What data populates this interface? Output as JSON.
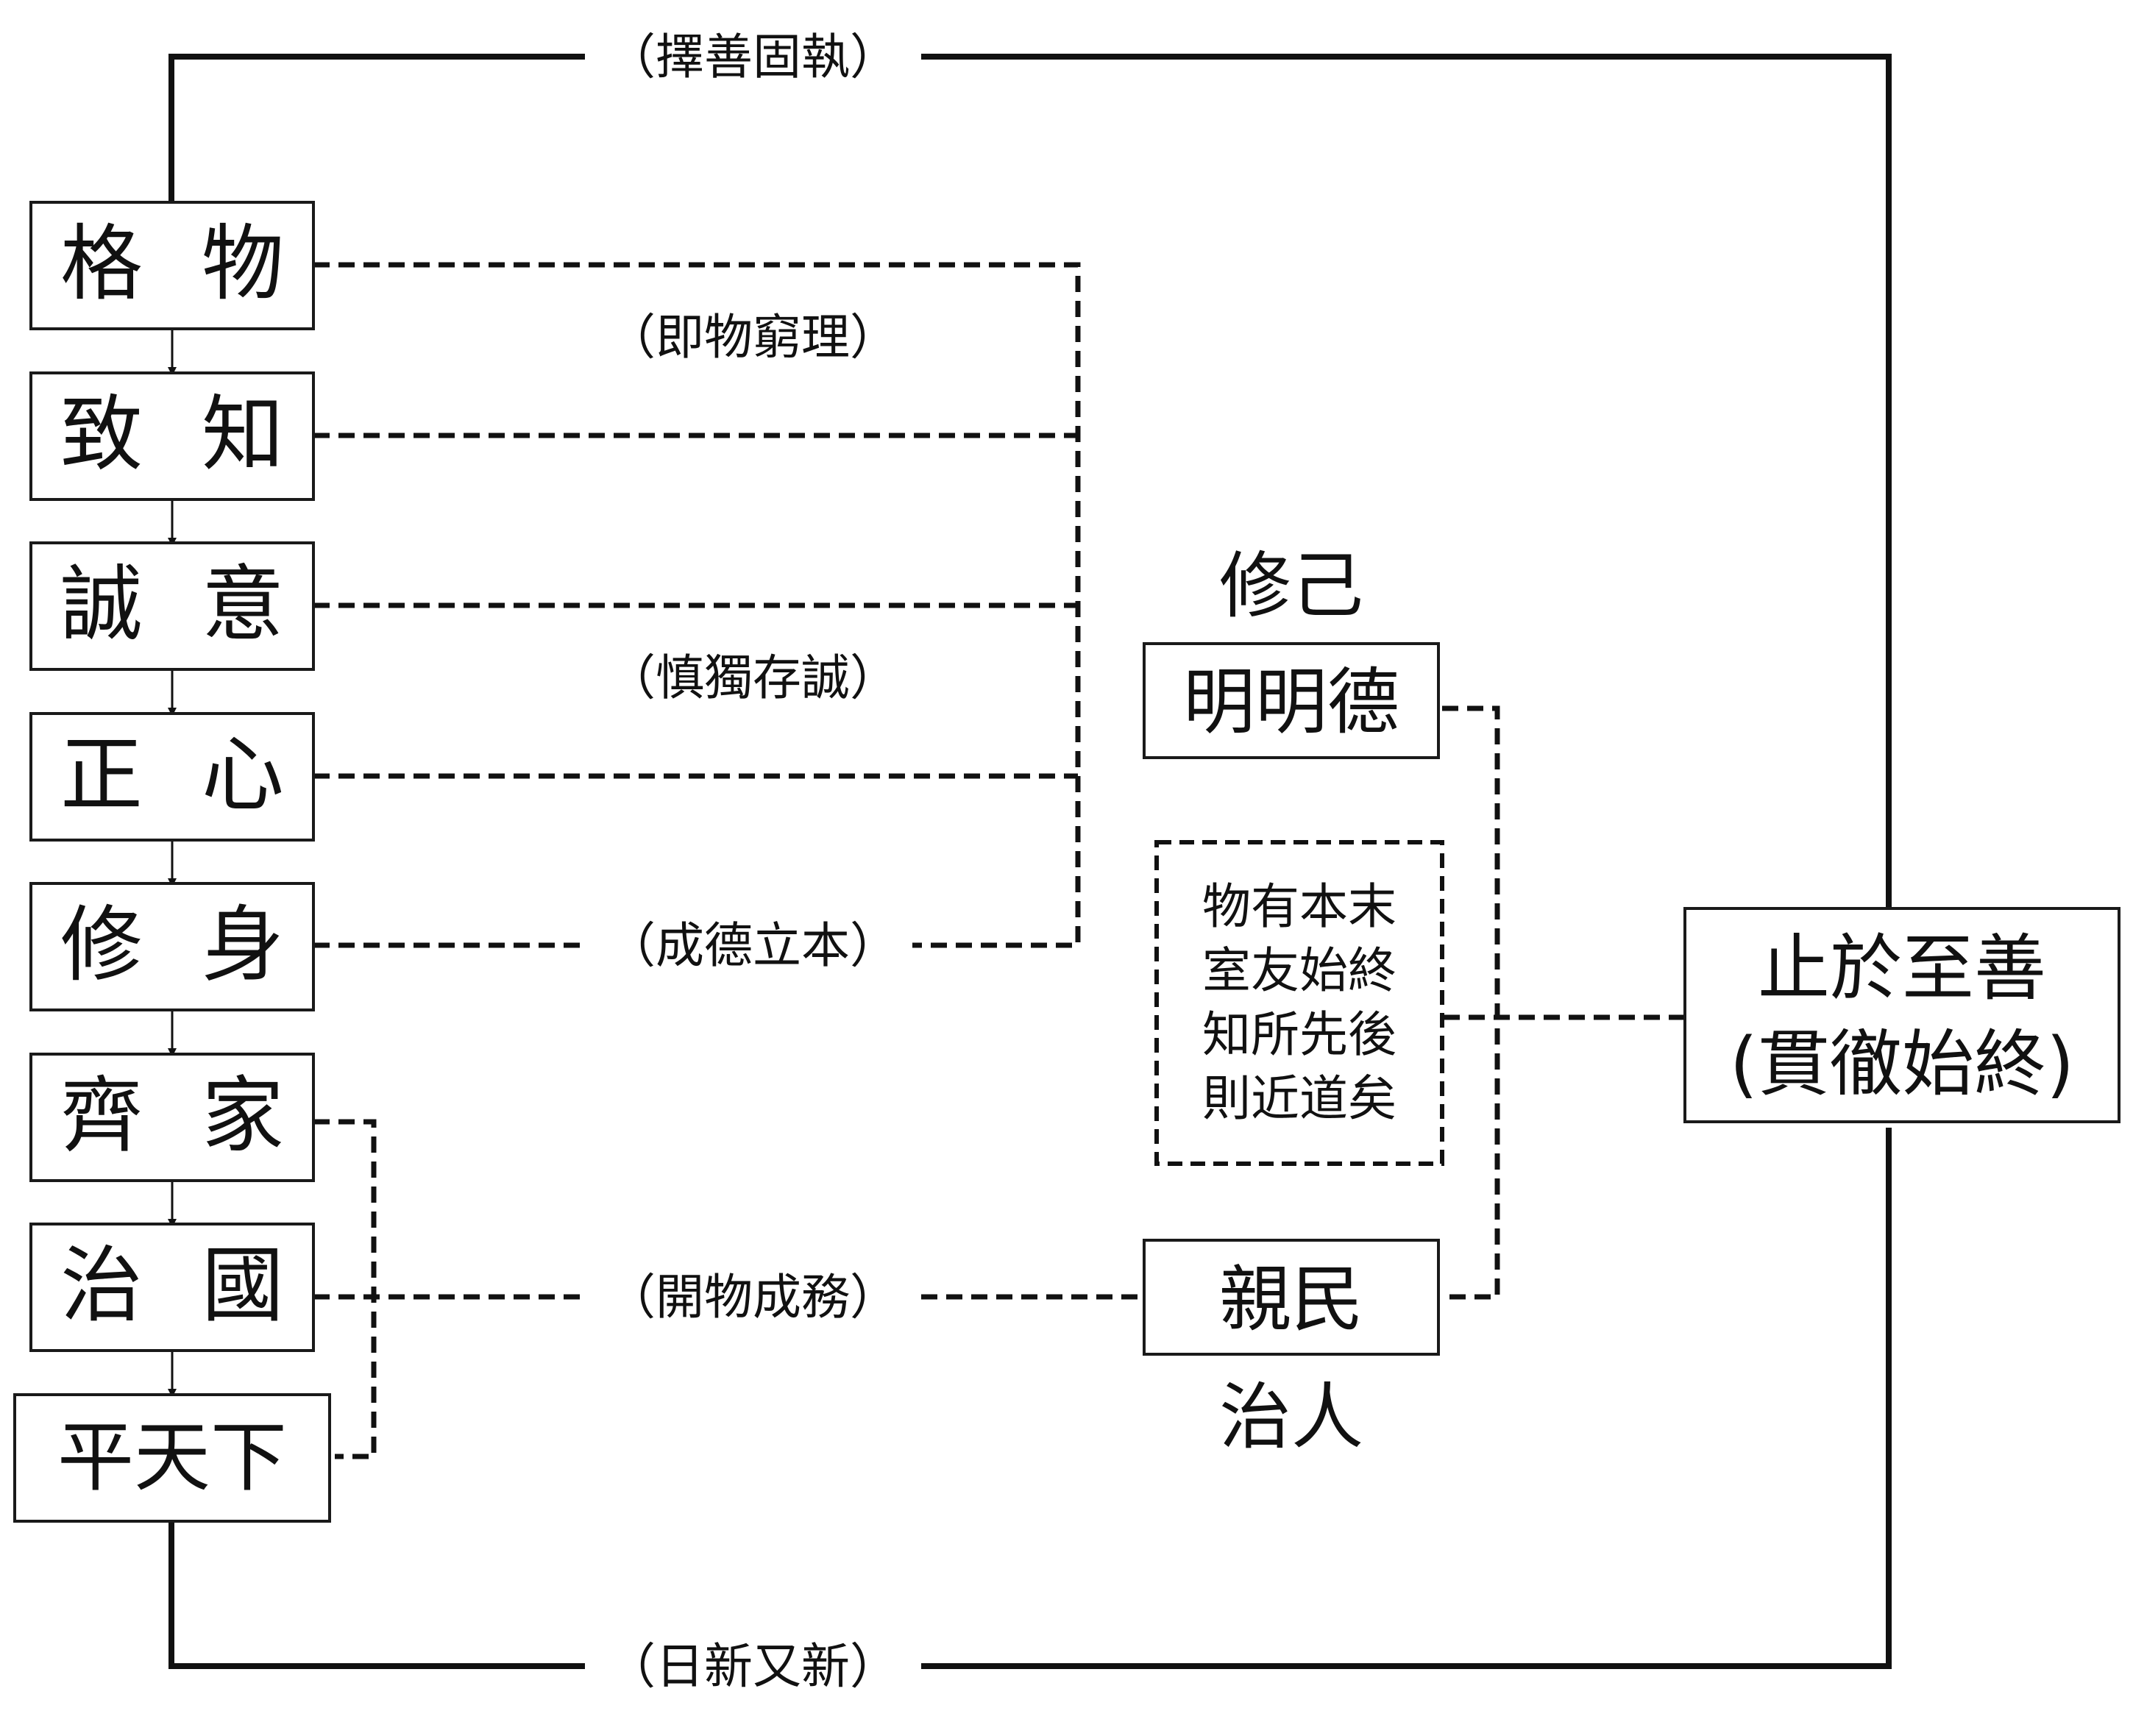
{
  "steps": [
    {
      "c1": "格",
      "c2": "物"
    },
    {
      "c1": "致",
      "c2": "知"
    },
    {
      "c1": "誠",
      "c2": "意"
    },
    {
      "c1": "正",
      "c2": "心"
    },
    {
      "c1": "修",
      "c2": "身"
    },
    {
      "c1": "齊",
      "c2": "家"
    },
    {
      "c1": "治",
      "c2": "國"
    }
  ],
  "last_step": "平天下",
  "notes": {
    "top": "（擇善固執）",
    "bottom": "（日新又新）",
    "investigation": "（即物窮理）",
    "sincerity": "（慎獨存誠）",
    "virtue": "（成德立本）",
    "governance": "（開物成務）"
  },
  "mingde": {
    "label": "明明德",
    "caption": "修己"
  },
  "qinmin": {
    "label": "親民",
    "caption": "治人"
  },
  "center_box": [
    "物有本末",
    "室友始終",
    "知所先後",
    "則近道矣"
  ],
  "goal": {
    "line1": "止於至善",
    "line2": "(貫徹始終)"
  }
}
